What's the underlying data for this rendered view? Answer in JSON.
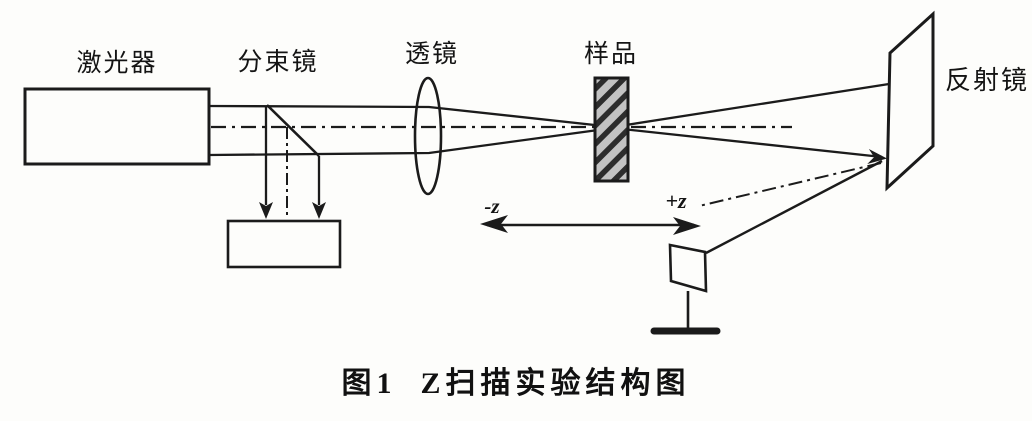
{
  "figure": {
    "labels": {
      "laser": "激光器",
      "beam_splitter": "分束镜",
      "lens": "透镜",
      "sample": "样品",
      "mirror": "反射镜",
      "z_negative": "-z",
      "z_positive": "+z"
    },
    "caption": {
      "figure_number": "图1",
      "title": "Z扫描实验结构图"
    },
    "colors": {
      "ink": "#1b1b1b",
      "paper": "#fdfdfb",
      "stripe_dark": "#2d2d2d",
      "stripe_light": "#c3c3c3"
    }
  }
}
